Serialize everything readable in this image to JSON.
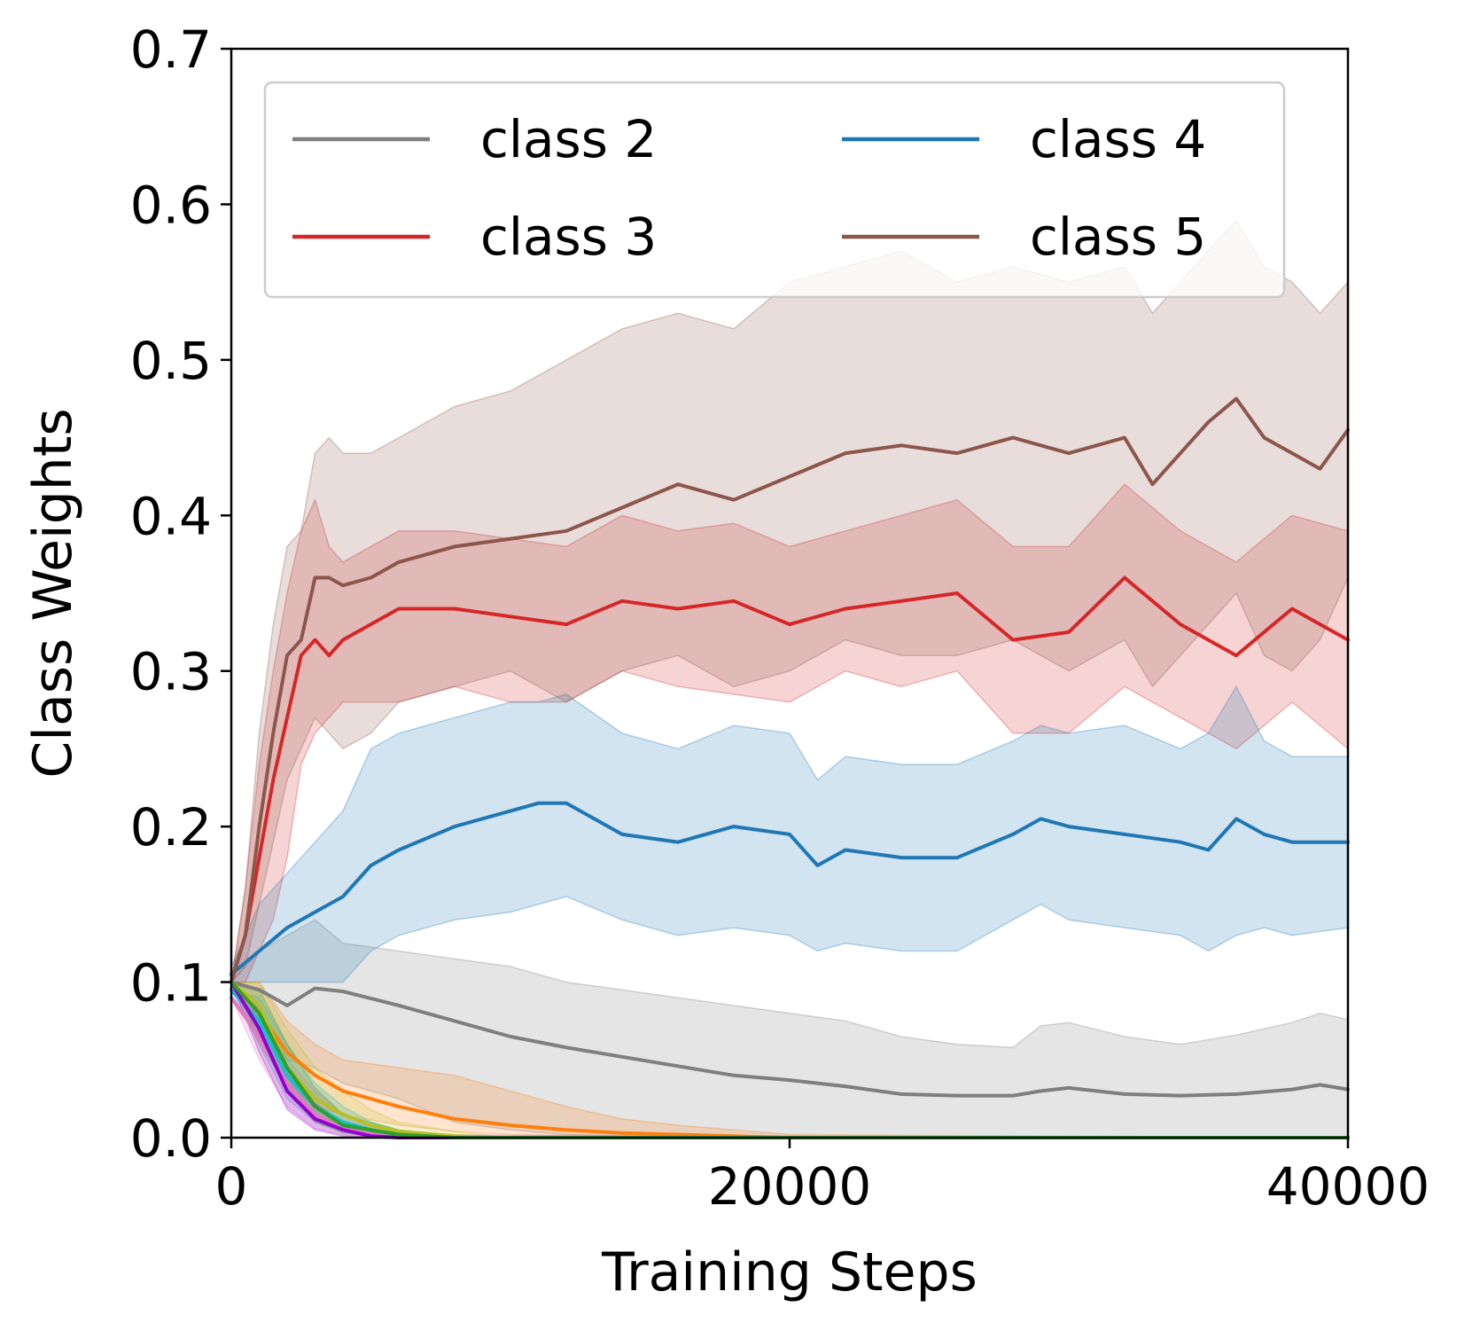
{
  "chart_data": {
    "type": "line",
    "title": "",
    "xlabel": "Training Steps",
    "ylabel": "Class Weights",
    "xlim": [
      0,
      40000
    ],
    "ylim": [
      0,
      0.7
    ],
    "xticks": [
      0,
      20000,
      40000
    ],
    "yticks": [
      0.0,
      0.1,
      0.2,
      0.3,
      0.4,
      0.5,
      0.6,
      0.7
    ],
    "xtick_labels": [
      "0",
      "20000",
      "40000"
    ],
    "ytick_labels": [
      "0.0",
      "0.1",
      "0.2",
      "0.3",
      "0.4",
      "0.5",
      "0.6",
      "0.7"
    ],
    "grid": false,
    "legend": {
      "placement": "top",
      "columns": 2
    },
    "series": [
      {
        "name": "class 2",
        "color": "#7f7f7f",
        "legend": true,
        "x": [
          0,
          1000,
          2000,
          3000,
          4000,
          6000,
          8000,
          10000,
          12000,
          14000,
          16000,
          18000,
          20000,
          22000,
          24000,
          26000,
          28000,
          29000,
          30000,
          32000,
          34000,
          36000,
          38000,
          39000,
          40000
        ],
        "y": [
          0.1,
          0.095,
          0.085,
          0.096,
          0.094,
          0.085,
          0.075,
          0.065,
          0.058,
          0.052,
          0.046,
          0.04,
          0.037,
          0.033,
          0.028,
          0.027,
          0.027,
          0.03,
          0.032,
          0.028,
          0.027,
          0.028,
          0.031,
          0.034,
          0.031
        ],
        "lower": [
          0.1,
          0.08,
          0.05,
          0.045,
          0.035,
          0.025,
          0.01,
          0.005,
          0.002,
          0.001,
          0.0,
          0.0,
          0.0,
          0.0,
          0.0,
          0.0,
          0.0,
          0.0,
          0.0,
          0.0,
          0.0,
          0.0,
          0.0,
          0.0,
          0.0
        ],
        "upper": [
          0.1,
          0.12,
          0.13,
          0.14,
          0.125,
          0.12,
          0.115,
          0.11,
          0.1,
          0.095,
          0.09,
          0.085,
          0.08,
          0.075,
          0.065,
          0.06,
          0.058,
          0.072,
          0.074,
          0.065,
          0.06,
          0.066,
          0.074,
          0.08,
          0.076
        ]
      },
      {
        "name": "class 3",
        "color": "#d62728",
        "legend": true,
        "x": [
          0,
          500,
          1000,
          1500,
          2000,
          2500,
          3000,
          3500,
          4000,
          6000,
          8000,
          10000,
          12000,
          14000,
          16000,
          18000,
          20000,
          22000,
          24000,
          26000,
          28000,
          30000,
          32000,
          34000,
          36000,
          38000,
          40000
        ],
        "y": [
          0.1,
          0.13,
          0.18,
          0.23,
          0.27,
          0.31,
          0.32,
          0.31,
          0.32,
          0.34,
          0.34,
          0.335,
          0.33,
          0.345,
          0.34,
          0.345,
          0.33,
          0.34,
          0.345,
          0.35,
          0.32,
          0.325,
          0.36,
          0.33,
          0.31,
          0.34,
          0.32
        ],
        "lower": [
          0.1,
          0.1,
          0.12,
          0.14,
          0.18,
          0.24,
          0.26,
          0.27,
          0.28,
          0.28,
          0.29,
          0.28,
          0.28,
          0.3,
          0.29,
          0.285,
          0.28,
          0.3,
          0.29,
          0.3,
          0.26,
          0.26,
          0.29,
          0.27,
          0.25,
          0.28,
          0.25
        ],
        "upper": [
          0.1,
          0.16,
          0.24,
          0.3,
          0.35,
          0.39,
          0.41,
          0.38,
          0.37,
          0.39,
          0.39,
          0.385,
          0.38,
          0.4,
          0.39,
          0.395,
          0.38,
          0.39,
          0.4,
          0.41,
          0.38,
          0.38,
          0.42,
          0.39,
          0.37,
          0.4,
          0.39
        ]
      },
      {
        "name": "class 4",
        "color": "#1f77b4",
        "legend": true,
        "x": [
          0,
          1000,
          2000,
          3000,
          4000,
          5000,
          6000,
          8000,
          10000,
          11000,
          12000,
          14000,
          16000,
          18000,
          20000,
          21000,
          22000,
          24000,
          26000,
          28000,
          29000,
          30000,
          32000,
          34000,
          35000,
          36000,
          37000,
          38000,
          40000
        ],
        "y": [
          0.105,
          0.12,
          0.135,
          0.145,
          0.155,
          0.175,
          0.185,
          0.2,
          0.21,
          0.215,
          0.215,
          0.195,
          0.19,
          0.2,
          0.195,
          0.175,
          0.185,
          0.18,
          0.18,
          0.195,
          0.205,
          0.2,
          0.195,
          0.19,
          0.185,
          0.205,
          0.195,
          0.19,
          0.19
        ],
        "lower": [
          0.1,
          0.1,
          0.1,
          0.1,
          0.1,
          0.12,
          0.13,
          0.14,
          0.145,
          0.15,
          0.155,
          0.14,
          0.13,
          0.135,
          0.13,
          0.12,
          0.125,
          0.12,
          0.12,
          0.14,
          0.15,
          0.14,
          0.135,
          0.13,
          0.12,
          0.13,
          0.135,
          0.13,
          0.135
        ],
        "upper": [
          0.11,
          0.15,
          0.17,
          0.19,
          0.21,
          0.25,
          0.26,
          0.27,
          0.28,
          0.28,
          0.285,
          0.26,
          0.25,
          0.265,
          0.26,
          0.23,
          0.245,
          0.24,
          0.24,
          0.255,
          0.265,
          0.26,
          0.265,
          0.25,
          0.26,
          0.29,
          0.255,
          0.245,
          0.245
        ]
      },
      {
        "name": "class 5",
        "color": "#8c564b",
        "legend": true,
        "x": [
          0,
          500,
          1000,
          1500,
          2000,
          2500,
          3000,
          3500,
          4000,
          5000,
          6000,
          8000,
          10000,
          12000,
          14000,
          16000,
          18000,
          20000,
          22000,
          24000,
          26000,
          28000,
          30000,
          32000,
          33000,
          34000,
          35000,
          36000,
          37000,
          38000,
          39000,
          40000
        ],
        "y": [
          0.1,
          0.13,
          0.2,
          0.26,
          0.31,
          0.32,
          0.36,
          0.36,
          0.355,
          0.36,
          0.37,
          0.38,
          0.385,
          0.39,
          0.405,
          0.42,
          0.41,
          0.425,
          0.44,
          0.445,
          0.44,
          0.45,
          0.44,
          0.45,
          0.42,
          0.44,
          0.46,
          0.475,
          0.45,
          0.44,
          0.43,
          0.455
        ],
        "lower": [
          0.1,
          0.11,
          0.15,
          0.19,
          0.23,
          0.25,
          0.27,
          0.26,
          0.25,
          0.26,
          0.28,
          0.29,
          0.3,
          0.28,
          0.3,
          0.31,
          0.29,
          0.3,
          0.32,
          0.31,
          0.31,
          0.32,
          0.3,
          0.32,
          0.29,
          0.31,
          0.33,
          0.35,
          0.31,
          0.3,
          0.32,
          0.36
        ],
        "upper": [
          0.1,
          0.16,
          0.26,
          0.33,
          0.38,
          0.39,
          0.44,
          0.45,
          0.44,
          0.44,
          0.45,
          0.47,
          0.48,
          0.5,
          0.52,
          0.53,
          0.52,
          0.55,
          0.56,
          0.57,
          0.55,
          0.56,
          0.55,
          0.56,
          0.53,
          0.55,
          0.57,
          0.59,
          0.56,
          0.55,
          0.53,
          0.55
        ]
      },
      {
        "name": "",
        "color": "#ff7f0e",
        "legend": false,
        "x": [
          0,
          1000,
          2000,
          3000,
          4000,
          6000,
          8000,
          10000,
          12000,
          14000,
          16000,
          18000,
          20000,
          40000
        ],
        "y": [
          0.1,
          0.08,
          0.055,
          0.04,
          0.03,
          0.02,
          0.012,
          0.008,
          0.005,
          0.003,
          0.002,
          0.001,
          0.0,
          0.0
        ],
        "lower": [
          0.1,
          0.06,
          0.035,
          0.02,
          0.015,
          0.008,
          0.004,
          0.002,
          0.001,
          0.0,
          0.0,
          0.0,
          0.0,
          0.0
        ],
        "upper": [
          0.1,
          0.1,
          0.075,
          0.06,
          0.05,
          0.045,
          0.04,
          0.03,
          0.02,
          0.012,
          0.008,
          0.005,
          0.002,
          0.0
        ]
      },
      {
        "name": "",
        "color": "#bcbd22",
        "legend": false,
        "x": [
          0,
          1000,
          2000,
          3000,
          4000,
          5000,
          6000,
          8000,
          10000,
          40000
        ],
        "y": [
          0.1,
          0.085,
          0.045,
          0.025,
          0.015,
          0.008,
          0.004,
          0.001,
          0.0,
          0.0
        ],
        "lower": [
          0.1,
          0.07,
          0.03,
          0.015,
          0.008,
          0.004,
          0.002,
          0.0,
          0.0,
          0.0
        ],
        "upper": [
          0.1,
          0.1,
          0.07,
          0.045,
          0.03,
          0.018,
          0.01,
          0.004,
          0.0,
          0.0
        ]
      },
      {
        "name": "",
        "color": "#17becf",
        "legend": false,
        "x": [
          0,
          1000,
          2000,
          3000,
          4000,
          5000,
          6000,
          8000,
          40000
        ],
        "y": [
          0.095,
          0.075,
          0.04,
          0.02,
          0.01,
          0.005,
          0.002,
          0.0,
          0.0
        ],
        "lower": [
          0.095,
          0.06,
          0.025,
          0.01,
          0.004,
          0.001,
          0.0,
          0.0,
          0.0
        ],
        "upper": [
          0.095,
          0.09,
          0.06,
          0.035,
          0.02,
          0.01,
          0.005,
          0.001,
          0.0
        ]
      },
      {
        "name": "",
        "color": "#e377c2",
        "legend": false,
        "x": [
          0,
          1000,
          2000,
          3000,
          4000,
          5000,
          6000,
          40000
        ],
        "y": [
          0.09,
          0.065,
          0.035,
          0.015,
          0.006,
          0.002,
          0.0,
          0.0
        ],
        "lower": [
          0.09,
          0.05,
          0.02,
          0.006,
          0.002,
          0.0,
          0.0,
          0.0
        ],
        "upper": [
          0.09,
          0.08,
          0.05,
          0.03,
          0.015,
          0.006,
          0.002,
          0.0
        ]
      },
      {
        "name": "",
        "color": "#9400d3",
        "legend": false,
        "x": [
          0,
          1000,
          2000,
          3000,
          4000,
          5000,
          6000,
          40000
        ],
        "y": [
          0.1,
          0.07,
          0.03,
          0.012,
          0.005,
          0.001,
          0.0,
          0.0
        ],
        "lower": [
          0.1,
          0.055,
          0.018,
          0.005,
          0.001,
          0.0,
          0.0,
          0.0
        ],
        "upper": [
          0.1,
          0.085,
          0.045,
          0.022,
          0.01,
          0.004,
          0.0,
          0.0
        ]
      },
      {
        "name": "",
        "color": "#2ca02c",
        "legend": false,
        "x": [
          0,
          1000,
          2000,
          3000,
          4000,
          6000,
          8000,
          40000
        ],
        "y": [
          0.1,
          0.08,
          0.045,
          0.02,
          0.008,
          0.002,
          0.0,
          0.0
        ],
        "lower": [
          0.1,
          0.065,
          0.03,
          0.01,
          0.003,
          0.0,
          0.0,
          0.0
        ],
        "upper": [
          0.1,
          0.095,
          0.06,
          0.032,
          0.015,
          0.005,
          0.001,
          0.0
        ]
      }
    ]
  }
}
